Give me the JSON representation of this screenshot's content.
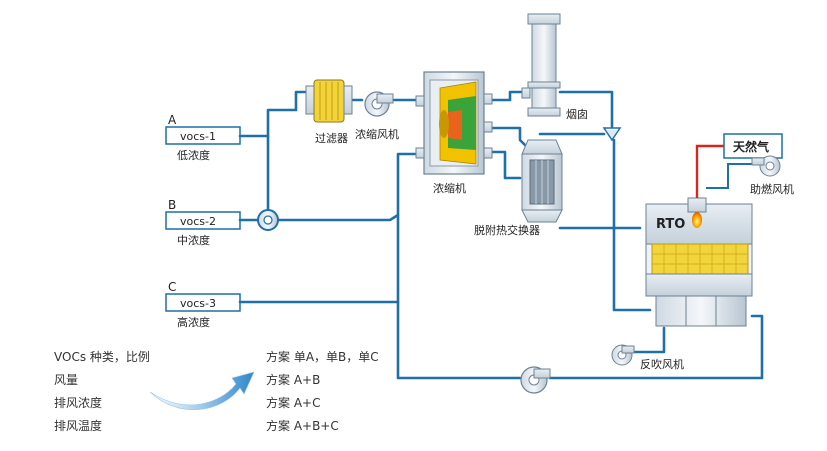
{
  "streams": [
    {
      "letter": "A",
      "tag": "vocs-1",
      "label": "低浓度"
    },
    {
      "letter": "B",
      "tag": "vocs-2",
      "label": "中浓度"
    },
    {
      "letter": "C",
      "tag": "vocs-3",
      "label": "高浓度"
    }
  ],
  "equipment": {
    "filter": "过滤器",
    "conc_fan": "浓缩风机",
    "concentrator": "浓缩机",
    "chimney": "烟囱",
    "desorb_hx": "脱附热交换器",
    "rto": "RTO",
    "natural_gas": "天然气",
    "burner_fan": "助燃风机",
    "backblow_fan": "反吹风机"
  },
  "factors": [
    "VOCs 种类，比例",
    "风量",
    "排风浓度",
    "排风温度"
  ],
  "schemes": [
    "方案 单A，单B，单C",
    "方案 A+B",
    "方案 A+C",
    "方案 A+B+C"
  ],
  "colors": {
    "pipe": "#1f6fa8",
    "gas_line": "#d9261c",
    "rotor_yellow": "#f2c200",
    "rotor_green": "#3aa33a",
    "rotor_orange": "#e9631c",
    "arrow_blue": "#3b93d6"
  }
}
